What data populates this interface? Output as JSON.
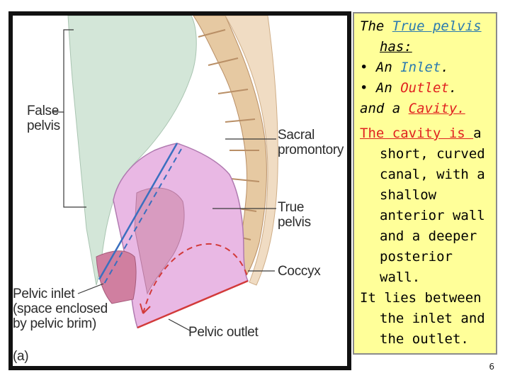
{
  "figure": {
    "labels": {
      "false_pelvis_1": "False",
      "false_pelvis_2": "pelvis",
      "sacral_1": "Sacral",
      "sacral_2": "promontory",
      "true_1": "True",
      "true_2": "pelvis",
      "coccyx": "Coccyx",
      "inlet_1": "Pelvic inlet",
      "inlet_2": "(space enclosed",
      "inlet_3": "by pelvic brim)",
      "outlet": "Pelvic outlet",
      "panel": "(a)"
    }
  },
  "panel": {
    "line1_a": "The ",
    "line1_b": "True pelvis",
    "line1_c": "has:",
    "bullet1_a": "• An ",
    "bullet1_b": "Inlet",
    "bullet1_c": ".",
    "bullet2_a": "• An ",
    "bullet2_b": "Outlet",
    "bullet2_c": ".",
    "line3_a": "and a ",
    "line3_b": "Cavity.",
    "cavity_a": "The cavity is ",
    "cavity_b": "a short, curved canal, with a shallow anterior wall and a deeper posterior wall.",
    "lies": "It lies between the inlet and the outlet."
  },
  "page_number": "6",
  "colors": {
    "panel_bg": "#ffff99",
    "accent_red": "#e02020",
    "accent_blue": "#2a7ab0"
  }
}
